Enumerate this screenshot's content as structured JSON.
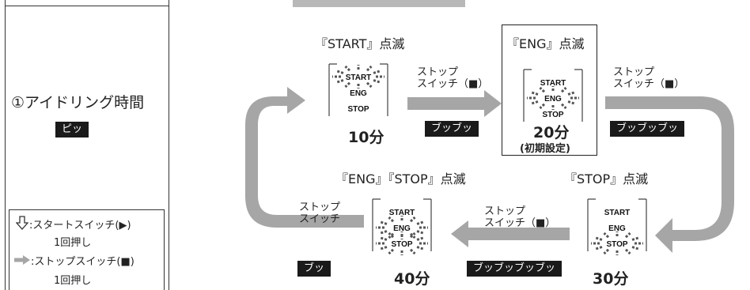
{
  "setting_title": "①アイドリング時間",
  "setting_beep": "ピッ",
  "legend": {
    "start_switch": ":スタートスイッチ(▶)",
    "start_count": "1回押し",
    "stop_switch": ":ストップスイッチ(■)",
    "stop_count": "1回押し"
  },
  "panel_text": {
    "start": "START",
    "eng": "ENG",
    "stop": "STOP"
  },
  "states": [
    {
      "label": "『START』点滅",
      "minutes": "10分"
    },
    {
      "label": "『ENG』点滅",
      "minutes": "20分",
      "note": "(初期設定)"
    },
    {
      "label": "『STOP』点滅",
      "minutes": "30分"
    },
    {
      "label": "『ENG』『STOP』点滅",
      "minutes": "40分"
    }
  ],
  "transitions": [
    {
      "line1": "ストップ",
      "line2": "スイッチ（■）",
      "beep": "ブッブッ"
    },
    {
      "line1": "ストップ",
      "line2": "スイッチ（■）",
      "beep": "ブッブッブッ"
    },
    {
      "line1": "ストップ",
      "line2": "スイッチ（■）",
      "beep": "ブッブッブッブッ"
    },
    {
      "line1": "ストップ",
      "line2": "スイッチ",
      "beep": "ブッ"
    }
  ],
  "colors": {
    "arrow": "#a6a6a6",
    "tab": "#b8b8b8",
    "badge": "#1a1a1a"
  }
}
